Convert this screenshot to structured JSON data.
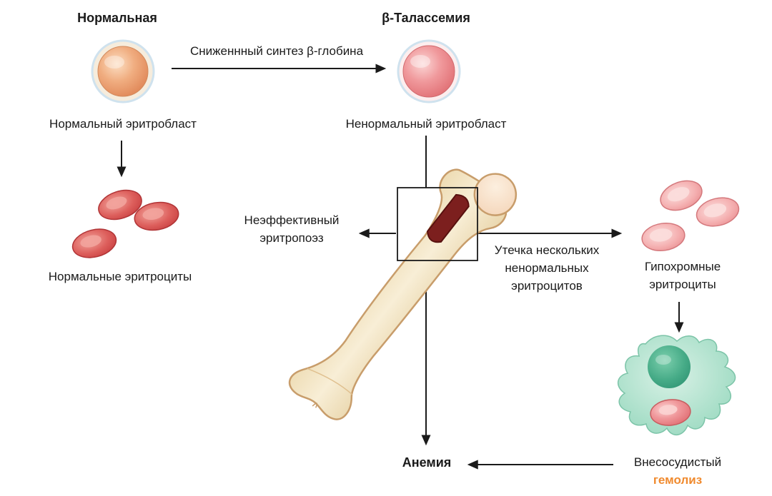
{
  "diagram": {
    "headings": {
      "normal": "Нормальная",
      "thalassemia": "β-Талассемия"
    },
    "labels": {
      "reduced_synthesis": "Сниженнный синтез β-глобина",
      "normal_erythroblast": "Нормальный эритробласт",
      "abnormal_erythroblast": "Ненормальный эритробласт",
      "normal_erythrocytes": "Нормальные эритроциты",
      "ineffective_erythropoiesis": "Неэффективный\nэритропоэз",
      "leakage": "Утечка нескольких\nненормальных\nэритроцитов",
      "hypochromic_erythrocytes": "Гипохромные\nэритроциты",
      "anemia": "Анемия",
      "extravascular": "Внесосудистый",
      "hemolysis": "гемолиз"
    },
    "colors": {
      "text": "#1A1A1A",
      "hemolysis_text": "#F08A2E",
      "normal_cell_orange": "#EC9A68",
      "abnormal_cell_pink": "#EE8A8E",
      "erythrocyte_red": "#D04A4C",
      "hypochromic_pink": "#F2A6A8",
      "macrophage_green": "#9CD8BE",
      "bone_cream": "#F6ECD4",
      "marrow_dark_red": "#7C1F1E"
    },
    "icons": {
      "normal_erythroblast": "orange-erythroblast-cell-icon",
      "abnormal_erythroblast": "pink-erythroblast-cell-icon",
      "normal_erythrocytes": "red-blood-cells-icon",
      "bone": "femur-bone-icon",
      "marrow_box": "marrow-highlight-box",
      "hypochromic_erythrocytes": "pale-red-blood-cells-icon",
      "macrophage": "macrophage-engulfing-rbc-icon"
    }
  }
}
